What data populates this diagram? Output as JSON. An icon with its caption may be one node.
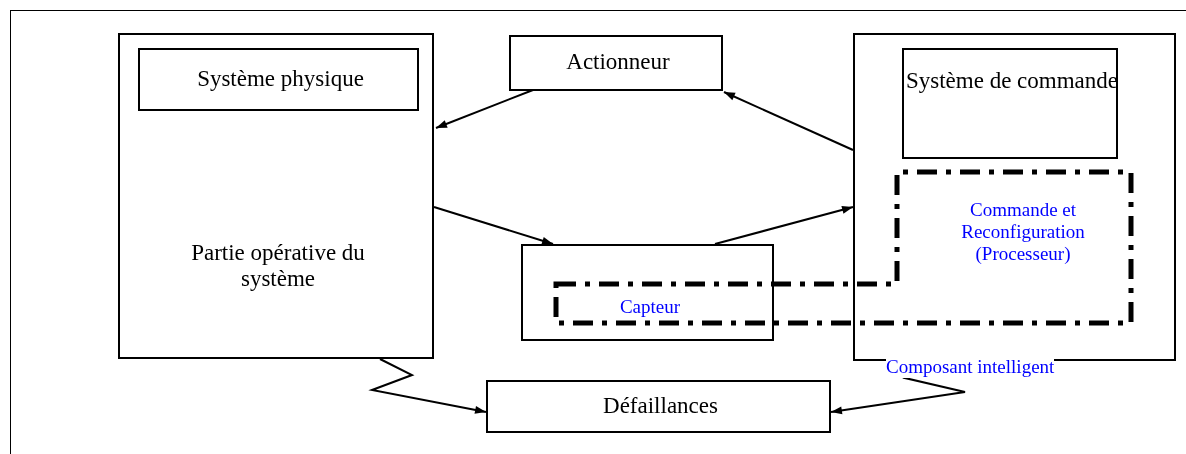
{
  "diagram": {
    "nodes": [
      {
        "text": [
          "Partie opérative du système"
        ]
      },
      {
        "text": [
          "Système physique"
        ],
        "in": 0
      },
      {
        "text": [
          "Actionneur"
        ]
      },
      {
        "text": [],
        "shape": "box"
      },
      {
        "text": [
          "Système de commande"
        ],
        "in": 3
      },
      {
        "text": [
          "Capteur"
        ]
      },
      {
        "text": [
          "Commande et Reconfiguration (Processeur)"
        ],
        "beside": [
          "Composant intelligent"
        ]
      },
      {
        "text": [
          "Défaillances"
        ]
      }
    ],
    "edges": [
      {
        "from": 2,
        "to": 0,
        "arrow": "to"
      },
      {
        "from": 3,
        "to": 2,
        "arrow": "to"
      },
      {
        "from": 0,
        "to": 5,
        "arrow": "to"
      },
      {
        "from": 5,
        "to": 3,
        "arrow": "to"
      },
      {
        "from": 0,
        "to": 7,
        "arrow": "to"
      },
      {
        "from": 3,
        "to": 7,
        "arrow": "to"
      }
    ]
  }
}
